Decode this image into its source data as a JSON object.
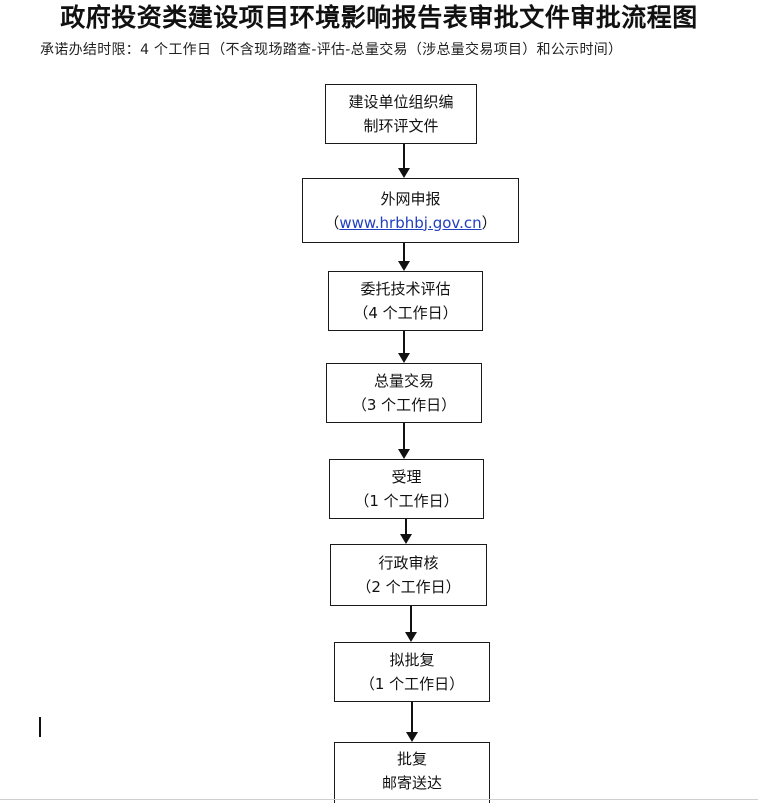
{
  "document": {
    "title": "政府投资类建设项目环境影响报告表审批文件审批流程图",
    "subtitle": "承诺办结时限：4 个工作日（不含现场踏查-评估-总量交易（涉总量交易项目）和公示时间）"
  },
  "steps": [
    {
      "line1": "建设单位组织编",
      "line2": "制环评文件"
    },
    {
      "line1": "外网申报",
      "line2_prefix": "（",
      "line2_link": "www.hrbhbj.gov.cn",
      "line2_suffix": "）"
    },
    {
      "line1": "委托技术评估",
      "line2": "（4 个工作日）"
    },
    {
      "line1": "总量交易",
      "line2": "（3 个工作日）"
    },
    {
      "line1": "受理",
      "line2": "（1 个工作日）"
    },
    {
      "line1": "行政审核",
      "line2": "（2 个工作日）"
    },
    {
      "line1": "拟批复",
      "line2": "（1 个工作日）"
    },
    {
      "line1": "批复",
      "line2": "邮寄送达"
    }
  ]
}
